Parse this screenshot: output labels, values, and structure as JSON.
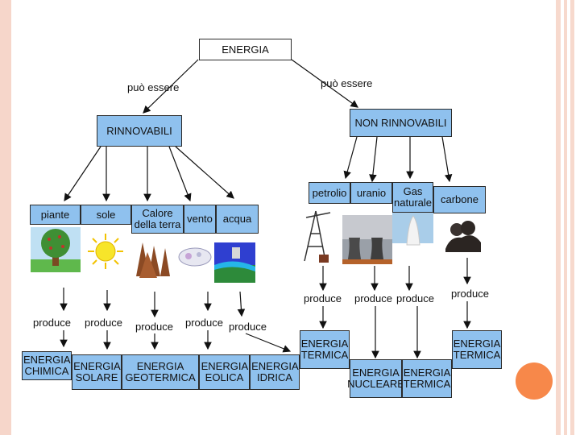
{
  "diagram": {
    "root": "ENERGIA",
    "can_be_label": "può essere",
    "renewable": {
      "title": "RINNOVABILI",
      "sources": [
        "piante",
        "sole",
        "Calore della terra",
        "vento",
        "acqua"
      ],
      "produce_label": "produce",
      "outputs": [
        "ENERGIA CHIMICA",
        "ENERGIA SOLARE",
        "ENERGIA GEOTERMICA",
        "ENERGIA EOLICA",
        "ENERGIA IDRICA"
      ]
    },
    "non_renewable": {
      "title": "NON RINNOVABILI",
      "sources": [
        "petrolio",
        "uranio",
        "Gas naturale",
        "carbone"
      ],
      "produce_label": "produce",
      "outputs": [
        "ENERGIA TERMICA",
        "ENERGIA NUCLEARE",
        "ENERGIA TERMICA",
        "ENERGIA TERMICA"
      ]
    }
  },
  "colors": {
    "box_fill": "#8fc1ee",
    "frame": "#f6d6ca",
    "accent_dot": "#f7884a"
  }
}
